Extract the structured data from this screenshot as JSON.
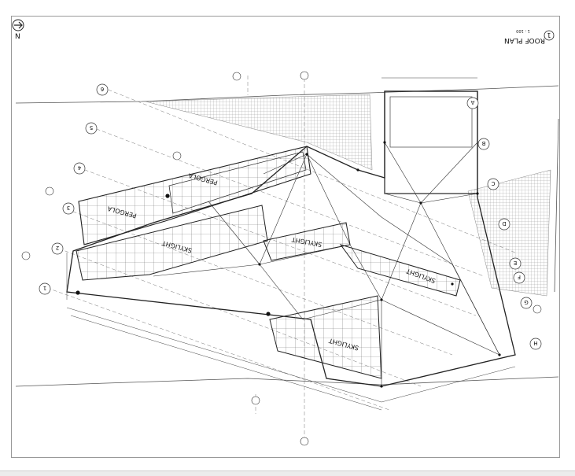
{
  "sheet": {
    "title_number": "1",
    "title": "ROOF PLAN",
    "scale": "1 : 100",
    "north_label": "N"
  },
  "labels": {
    "pergola_1": "PERGOLA",
    "pergola_2": "PERGOLA",
    "skylight_1": "SKYLIGHT",
    "skylight_2": "SKYLIGHT",
    "skylight_3": "SKYLIGHT",
    "skylight_4": "SKYLIGHT"
  },
  "grid": {
    "numbers": [
      "1",
      "2",
      "3",
      "4",
      "5",
      "6"
    ],
    "letters": [
      "A",
      "B",
      "C",
      "D",
      "E",
      "F",
      "G",
      "H"
    ]
  },
  "colors": {
    "line": "#222222",
    "hatch": "#9a9a9a",
    "annotation": "#555555"
  }
}
